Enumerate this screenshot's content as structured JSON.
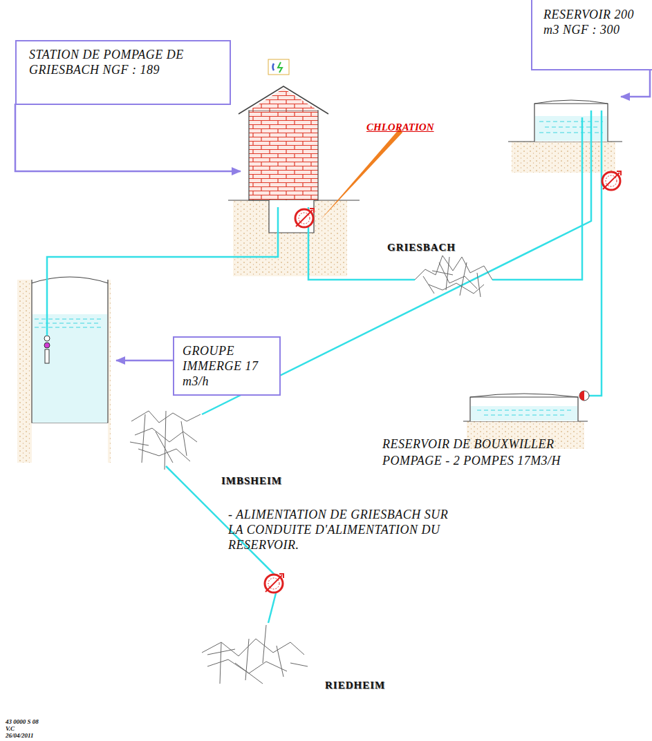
{
  "diagram": {
    "nodes": [
      {
        "text": [
          "STATION DE POMPAGE DE GRIESBACH NGF : 189"
        ]
      },
      {
        "text": [
          "RESERVOIR 200 m3 NGF : 300"
        ]
      },
      {
        "text": [
          "GROUPE IMMERGE 17 m3/h"
        ]
      }
    ],
    "labels": [
      "CHLORATION",
      "GRIESBACH",
      "RESERVOIR DE BOUXWILLER",
      "POMPAGE - 2 POMPES 17M3/H",
      "IMBSHEIM",
      "- ALIMENTATION DE GRIESBACH SUR LA CONDUITE D'ALIMENTATION DU RESERVOIR.",
      "RIEDHEIM",
      "43 0000 S 08",
      "V.C",
      "26/04/2011"
    ]
  }
}
